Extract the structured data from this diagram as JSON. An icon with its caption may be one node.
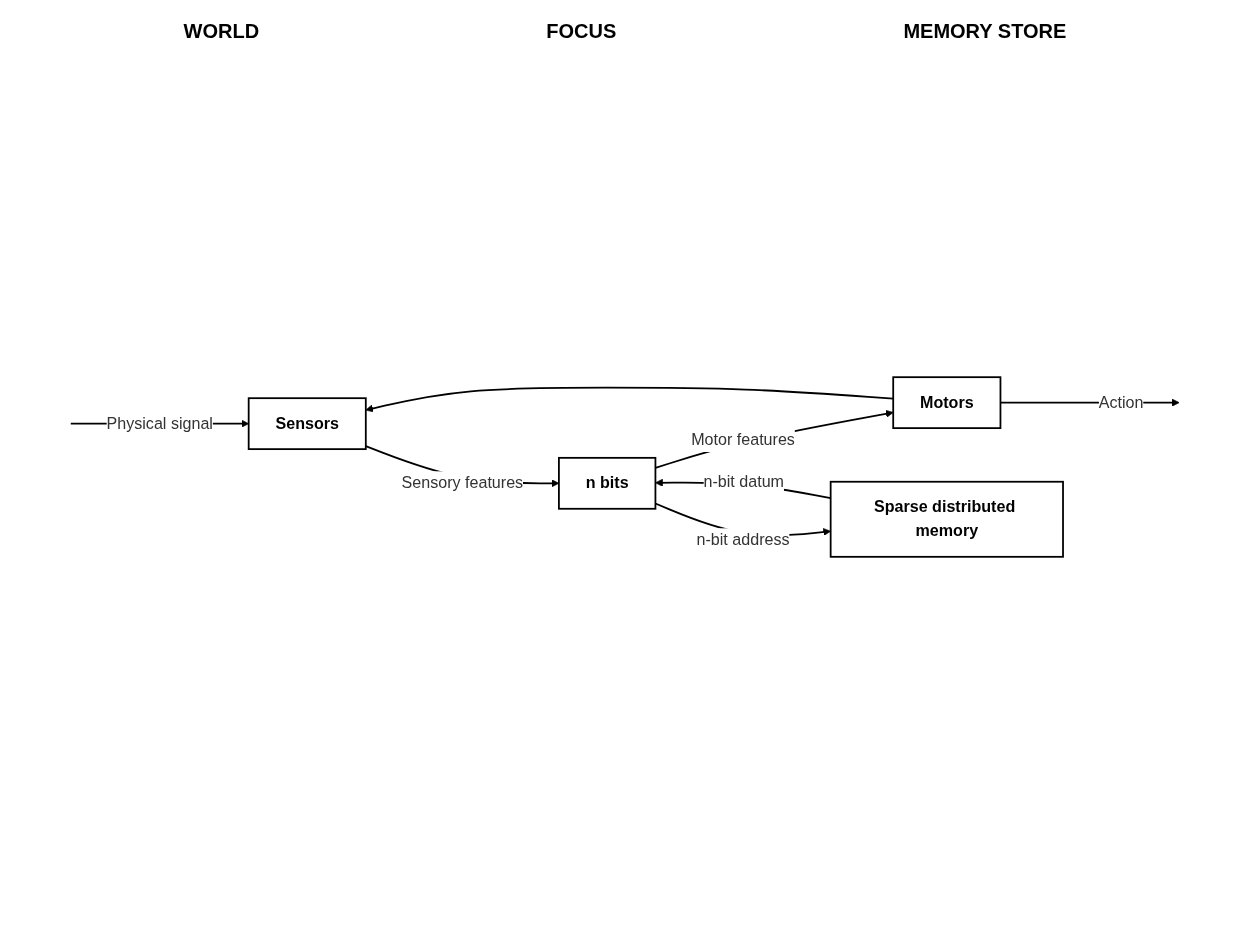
{
  "diagram": {
    "nodes": [
      {
        "text": [
          "Sensors"
        ]
      },
      {
        "text": [
          "Motors"
        ]
      },
      {
        "text": [
          "n bits"
        ]
      },
      {
        "text": [
          "Sparse distributed memory"
        ]
      }
    ],
    "edges": [
      {
        "from": null,
        "to": 0,
        "arrow": "to",
        "label": "Physical signal"
      },
      {
        "from": 0,
        "to": 2,
        "arrow": "to",
        "label": "Sensory features"
      },
      {
        "from": 1,
        "to": 0,
        "arrow": "to"
      },
      {
        "from": 2,
        "to": 1,
        "arrow": "to",
        "label": "Motor features"
      },
      {
        "from": 1,
        "to": null,
        "arrow": "to",
        "label": "Action"
      },
      {
        "from": 2,
        "to": 3,
        "arrow": "to",
        "label": "n-bit address"
      },
      {
        "from": 3,
        "to": 2,
        "arrow": "to",
        "label": "n-bit datum"
      }
    ],
    "labels": [
      "WORLD",
      "FOCUS",
      "MEMORY STORE"
    ]
  }
}
